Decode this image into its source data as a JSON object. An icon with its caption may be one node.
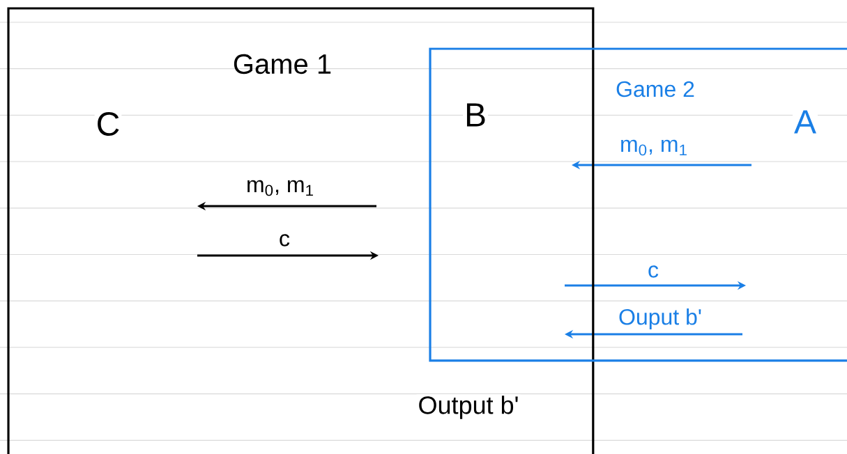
{
  "diagram": {
    "nodes": [
      {
        "text": [
          "Game 1"
        ]
      },
      {
        "text": [
          "Game 2"
        ]
      }
    ],
    "labels": [
      "B",
      "A",
      "C",
      "m$_{0}$, m$_{1}$",
      "m$_{0}$, m$_{1}$",
      "c",
      "c",
      "Ouput b'",
      "Output b'"
    ]
  }
}
